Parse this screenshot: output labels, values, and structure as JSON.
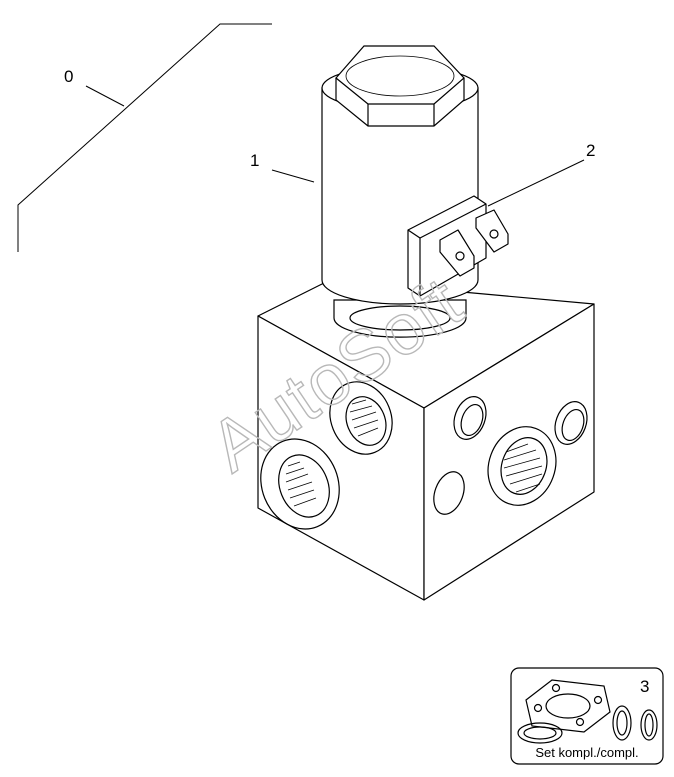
{
  "callouts": {
    "assembly": "0",
    "coil": "1",
    "connector": "2",
    "kit": "3"
  },
  "kit_box": {
    "label": "Set kompl./compl."
  },
  "watermark": "AutoSoft",
  "colors": {
    "line": "#000000",
    "watermark": "#b8b8b8",
    "background": "#ffffff"
  }
}
